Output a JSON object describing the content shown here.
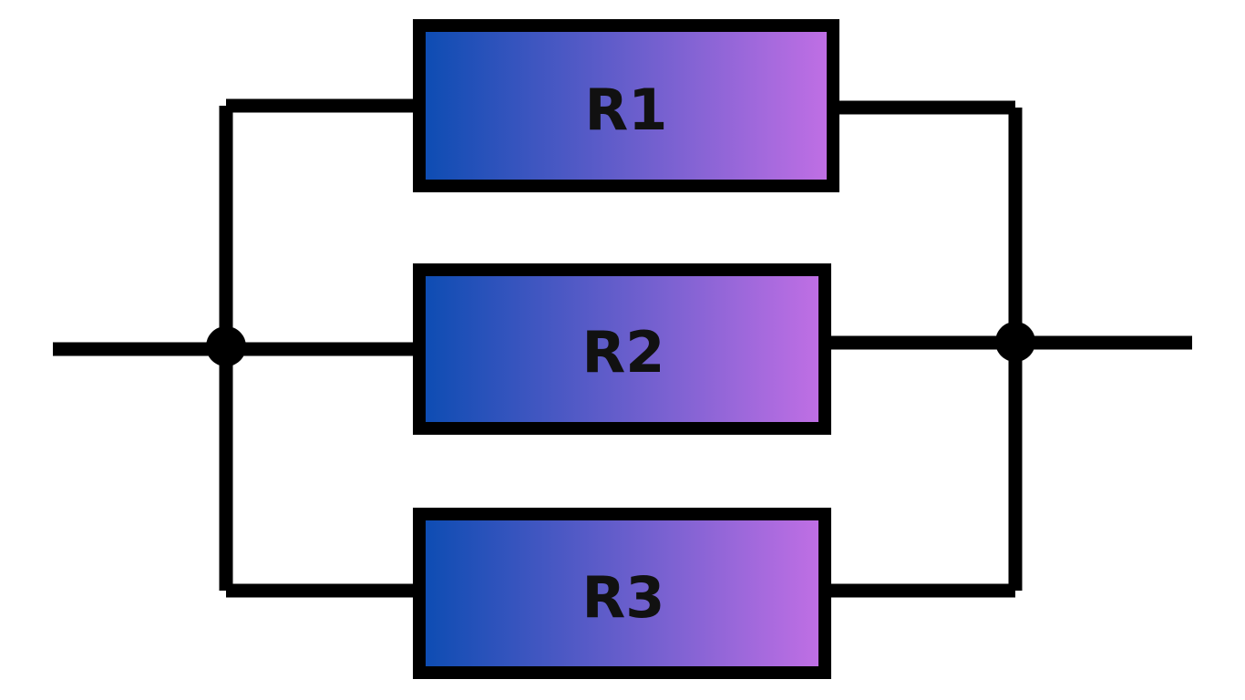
{
  "diagram": {
    "colors": {
      "wire": "#000000",
      "gradient_start": "#0b4cb2",
      "gradient_end": "#c26fe5",
      "label": "#111111",
      "background": "#ffffff"
    },
    "resistors": [
      {
        "label": "R1"
      },
      {
        "label": "R2"
      },
      {
        "label": "R3"
      }
    ]
  }
}
